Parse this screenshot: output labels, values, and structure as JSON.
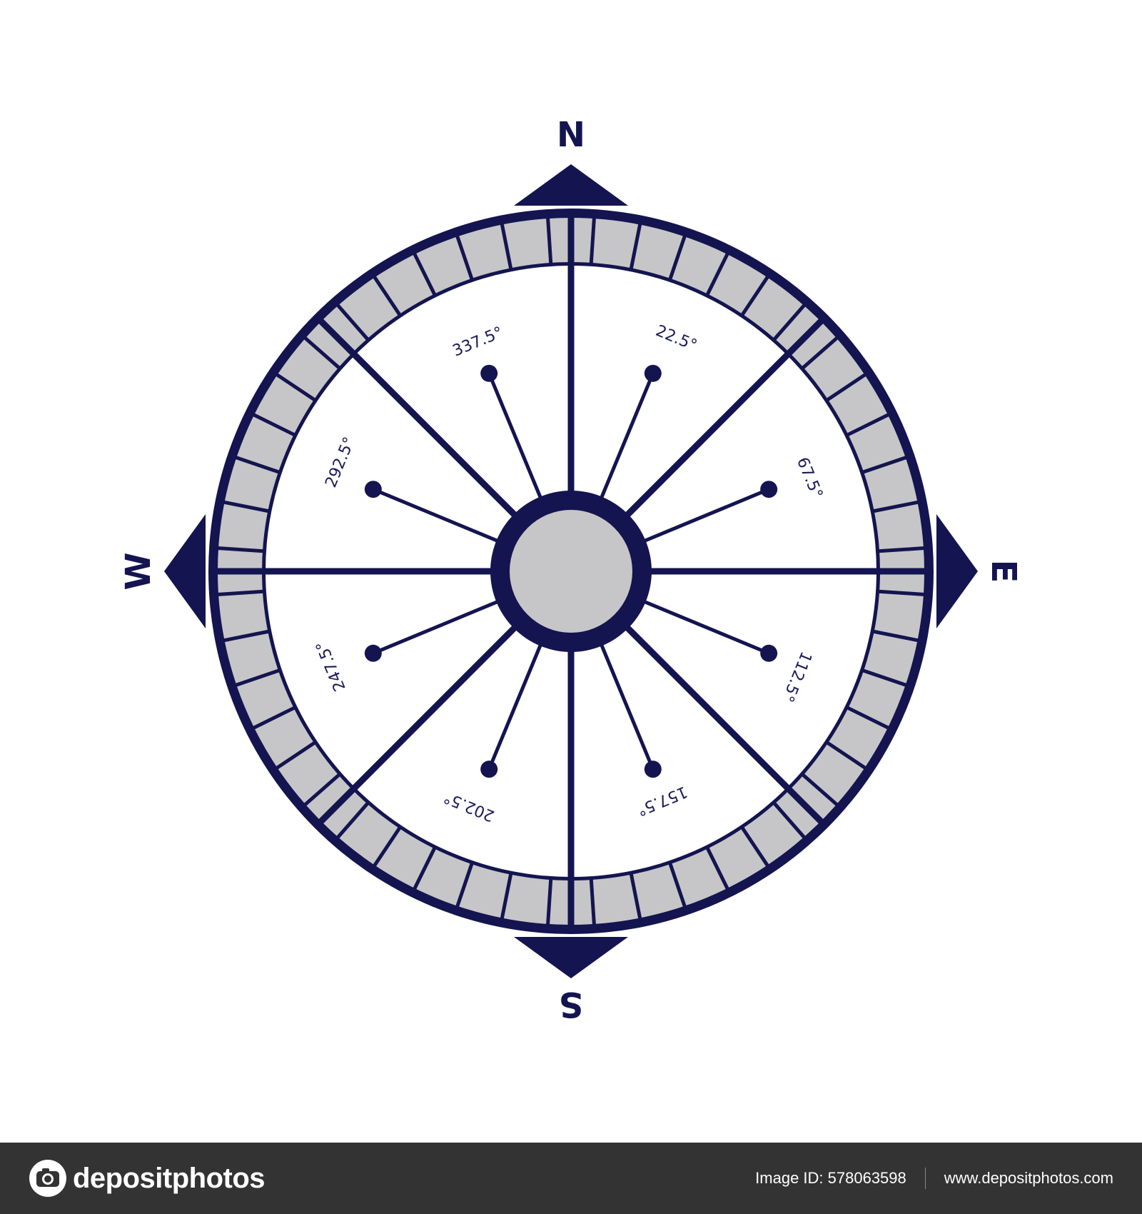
{
  "compass": {
    "cardinals": {
      "north": "N",
      "east": "E",
      "south": "S",
      "west": "W"
    },
    "degree_labels": [
      "22.5°",
      "67.5°",
      "112.5°",
      "157.5°",
      "202.5°",
      "247.5°",
      "292.5°",
      "337.5°"
    ],
    "colors": {
      "navy": "#141450",
      "ring_gray": "#c6c6c8",
      "background": "#ffffff"
    }
  },
  "watermark": {
    "text": "depositphotos"
  },
  "footer": {
    "brand": "depositphotos",
    "image_id": "Image ID: 578063598",
    "url": "www.depositphotos.com",
    "background": "#333333"
  }
}
